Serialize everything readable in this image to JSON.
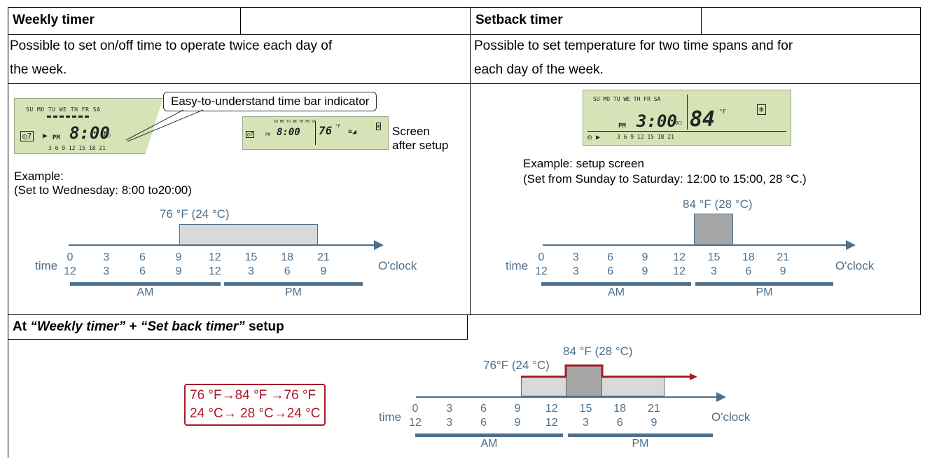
{
  "weekly": {
    "title": "Weekly timer",
    "desc_line1": "Possible to set on/off time to operate twice each day of",
    "desc_line2": "the week.",
    "callout": "Easy-to-understand time bar indicator",
    "screen_after_line1": "Screen",
    "screen_after_line2": "after setup",
    "example_label": "Example:",
    "example_detail": "(Set to Wednesday: 8:00 to20:00)",
    "temp_label": "76 °F (24 °C)",
    "lcd": {
      "days": "SU MO TU WE TH FR SA",
      "clock": "8:00",
      "pm": "PM",
      "timer": "7",
      "bar": "3 6 9 12 15 18 21"
    },
    "lcd_after": {
      "clock": "8:00",
      "temp": "76",
      "unit": "°F",
      "pm": "PM"
    }
  },
  "setback": {
    "title": "Setback timer",
    "desc_line1": "Possible to set temperature for two time spans and for",
    "desc_line2": "each day of the week.",
    "example_label": "Example: setup screen",
    "example_detail": "(Set from Sunday to Saturday: 12:00 to 15:00, 28 °C.)",
    "temp_label": "84 °F (28 °C)",
    "lcd": {
      "days": "SU MO TU WE TH FR SA",
      "clock": "3:00",
      "temp": "84",
      "unit": "°F",
      "pm": "PM",
      "bar": "3 6 9 12 15 18 21"
    }
  },
  "combined": {
    "title_prefix": "At ",
    "title_part1": "“Weekly timer”",
    "title_plus": " + ",
    "title_part2": "“Set back timer”",
    "title_suffix": " setup",
    "low_label": "76°F (24 °C)",
    "high_label": "84 °F (28 °C)",
    "sequence_f": "76 °F→84 °F →76 °F",
    "sequence_c": "24 °C→ 28 °C→24 °C"
  },
  "axis": {
    "time_label": "time",
    "oclock_label": "O'clock",
    "hours24": [
      "0",
      "3",
      "6",
      "9",
      "12",
      "15",
      "18",
      "21"
    ],
    "hours12": [
      "12",
      "3",
      "6",
      "9",
      "12",
      "3",
      "6",
      "9"
    ],
    "am_label": "AM",
    "pm_label": "PM"
  },
  "colors": {
    "axis_blue": "#4d6f8c",
    "bar_light": "#d9d9d9",
    "bar_dark": "#a6a6a6",
    "accent_red": "#a61b2b",
    "lcd_green": "#d5e3b6"
  }
}
